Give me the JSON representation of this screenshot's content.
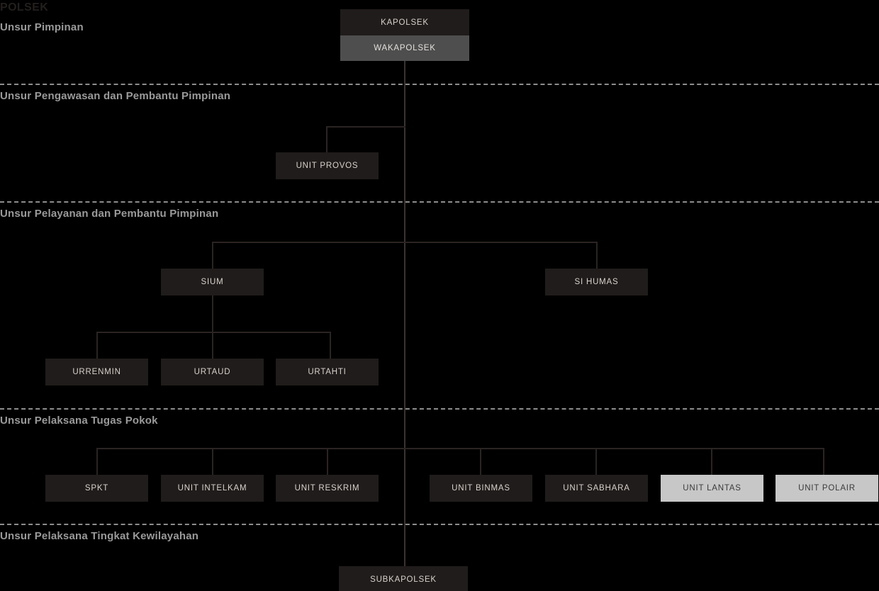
{
  "chart_title": "POLSEK",
  "colors": {
    "background": "#000000",
    "node_dark": "#201c1b",
    "node_grey": "#4e4e4e",
    "node_light": "#c7c7c7",
    "connector": "#2a2422",
    "divider": "#8d8d8d",
    "band_label": "#9a9a9a",
    "title": "#231f1d"
  },
  "bands": [
    {
      "label": "Unsur Pimpinan"
    },
    {
      "label": "Unsur Pengawasan dan Pembantu Pimpinan"
    },
    {
      "label": "Unsur Pelayanan dan Pembantu Pimpinan"
    },
    {
      "label": "Unsur Pelaksana Tugas Pokok"
    },
    {
      "label": "Unsur Pelaksana Tingkat Kewilayahan"
    }
  ],
  "nodes": {
    "kapolsek": "KAPOLSEK",
    "wakapolsek": "WAKAPOLSEK",
    "unit_provos": "UNIT PROVOS",
    "sium": "SIUM",
    "si_humas": "SI HUMAS",
    "urrenmin": "URRENMIN",
    "urtaud": "URTAUD",
    "urtahti": "URTAHTI",
    "spkt": "SPKT",
    "unit_intelkam": "UNIT INTELKAM",
    "unit_reskrim": "UNIT RESKRIM",
    "unit_binmas": "UNIT BINMAS",
    "unit_sabhara": "UNIT SABHARA",
    "unit_lantas": "UNIT LANTAS",
    "unit_polair": "UNIT POLAIR",
    "subkapolsek": "SUBKAPOLSEK"
  }
}
